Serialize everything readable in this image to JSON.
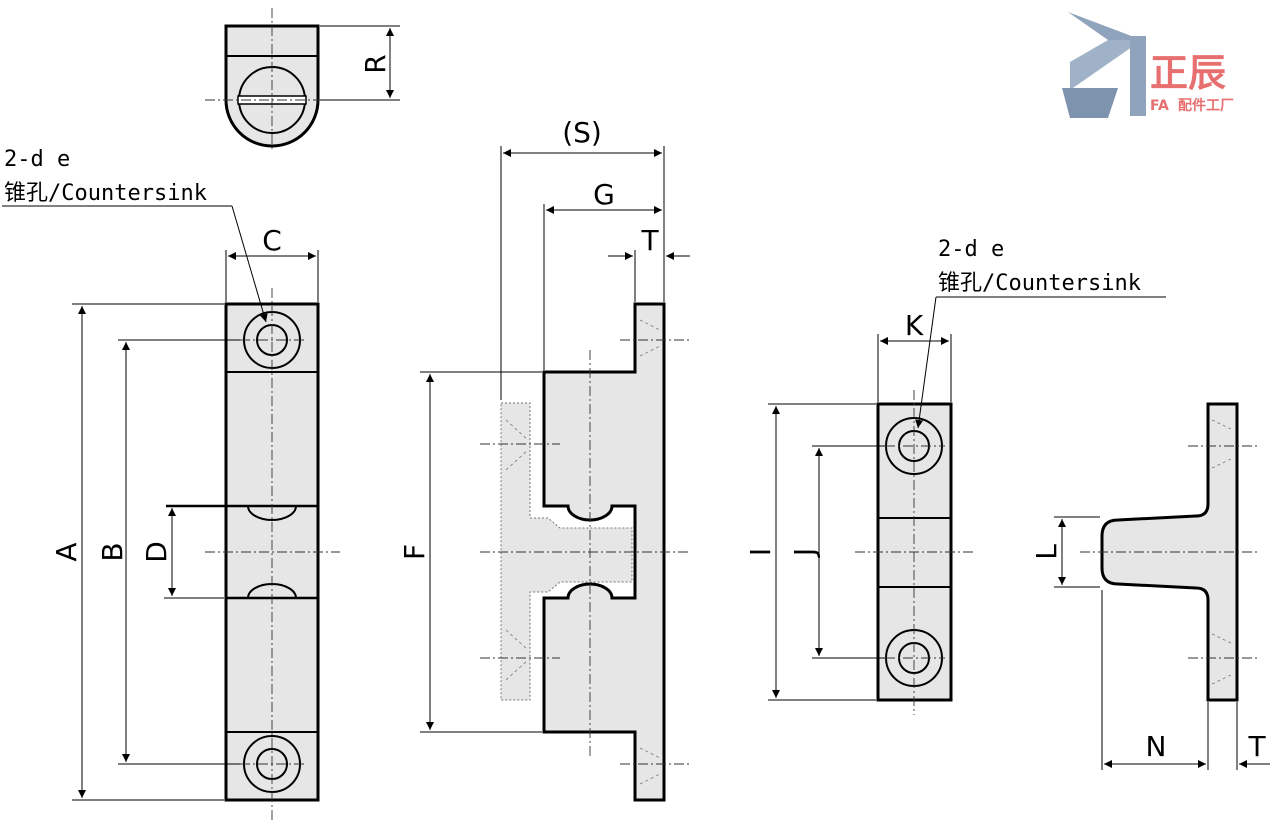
{
  "labels": {
    "A": "A",
    "B": "B",
    "C": "C",
    "D": "D",
    "F": "F",
    "G": "G",
    "S": "(S)",
    "T": "T",
    "R": "R",
    "I": "I",
    "J": "J",
    "K": "K",
    "L": "L",
    "N": "N"
  },
  "notes": {
    "hole_top": "2-d e",
    "hole_bottom": "锥孔/Countersink"
  },
  "logo": {
    "chinese": "正辰",
    "fa": "FA",
    "sub": "配件工厂",
    "colors": {
      "red": "#e86f6f",
      "blue": "#8fa3bd"
    }
  }
}
